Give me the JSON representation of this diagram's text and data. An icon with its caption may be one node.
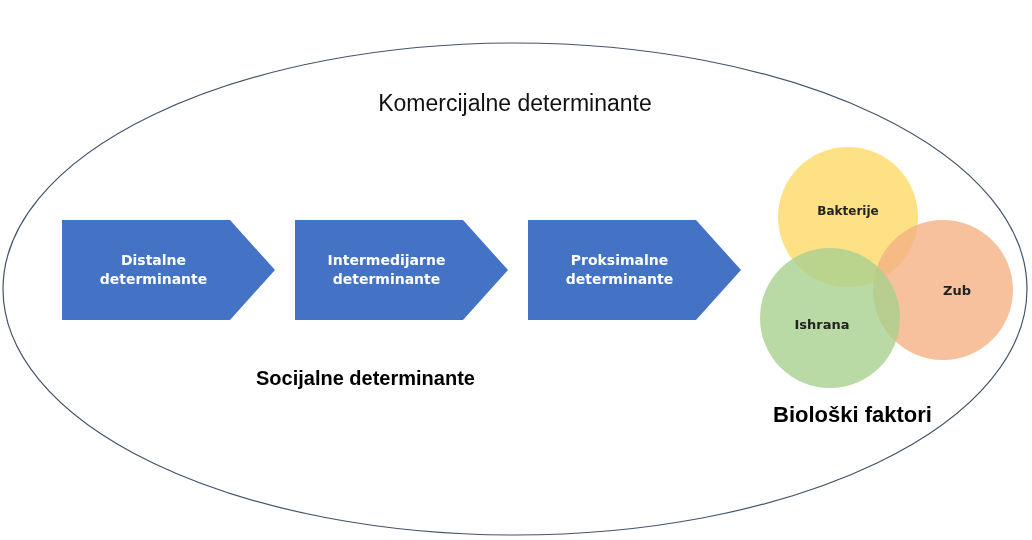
{
  "diagram": {
    "nodes": [
      {
        "text": [
          "Komercijalne determinante"
        ]
      },
      {
        "text": [
          "Distalne determinante"
        ],
        "in": 0
      },
      {
        "text": [
          "Intermedijarne determinante"
        ],
        "in": 0
      },
      {
        "text": [
          "Proksimalne determinante"
        ],
        "in": 0
      },
      {
        "text": [
          "Bakterije"
        ],
        "in": 0
      },
      {
        "text": [
          "Zub"
        ],
        "in": 0
      },
      {
        "text": [
          "Ishrana"
        ],
        "in": 0
      }
    ],
    "labels": [
      "Socijalne determinante",
      "Biološki faktori"
    ]
  }
}
